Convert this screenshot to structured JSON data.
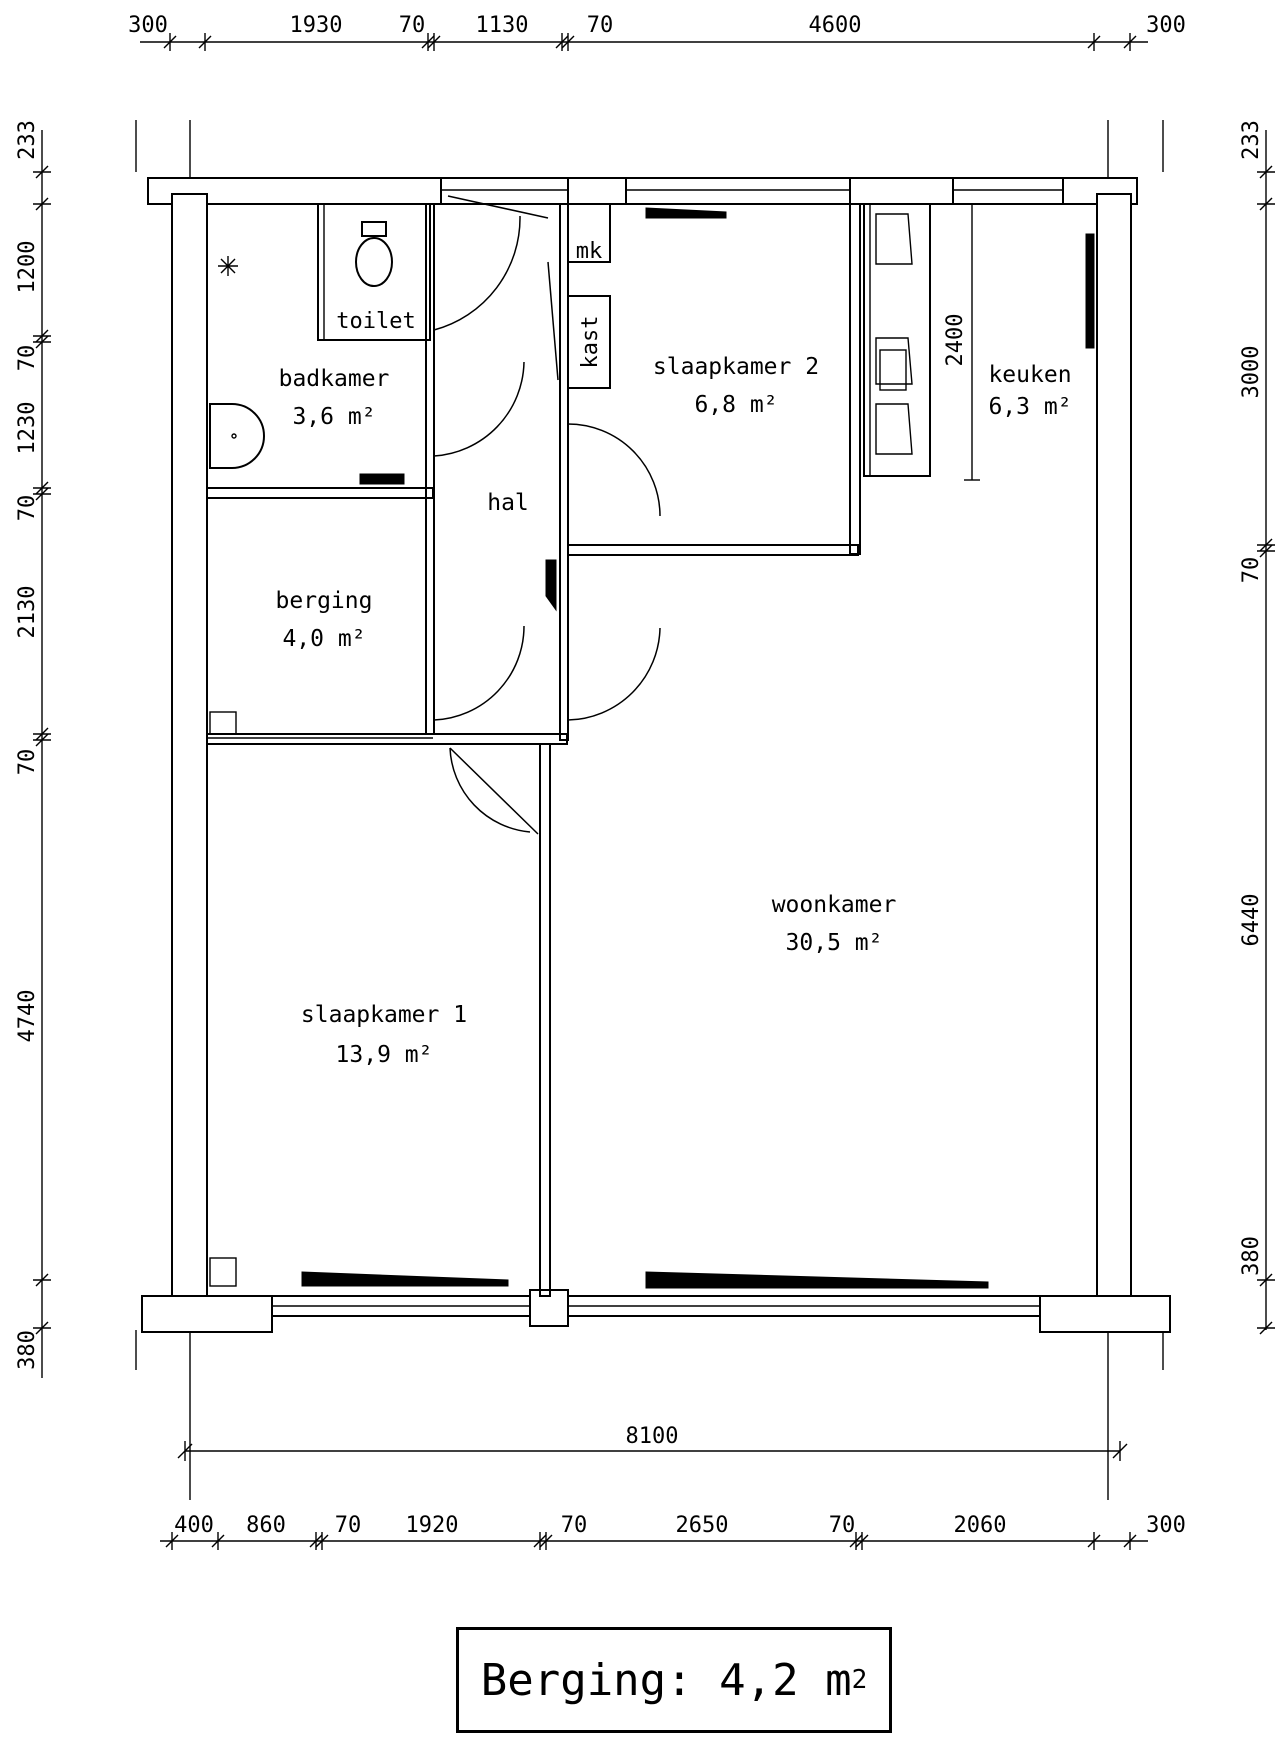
{
  "dimensions": {
    "top": [
      "300",
      "1930",
      "70",
      "1130",
      "70",
      "4600",
      "300"
    ],
    "bottom": [
      "400",
      "860",
      "70",
      "1920",
      "70",
      "2650",
      "70",
      "2060",
      "300"
    ],
    "overall_width": "8100",
    "left": [
      "233",
      "1200",
      "70",
      "1230",
      "70",
      "2130",
      "70",
      "4740",
      "380"
    ],
    "right": [
      "233",
      "3000",
      "70",
      "6440",
      "380"
    ],
    "kitchen_counter": "2400"
  },
  "rooms": {
    "badkamer": {
      "name": "badkamer",
      "area": "3,6 m²"
    },
    "berging": {
      "name": "berging",
      "area": "4,0 m²"
    },
    "slaapkamer1": {
      "name": "slaapkamer 1",
      "area": "13,9 m²"
    },
    "slaapkamer2": {
      "name": "slaapkamer 2",
      "area": "6,8 m²"
    },
    "keuken": {
      "name": "keuken",
      "area": "6,3 m²"
    },
    "woonkamer": {
      "name": "woonkamer",
      "area": "30,5 m²"
    },
    "hal": {
      "name": "hal"
    }
  },
  "labels": {
    "toilet": "toilet",
    "mk": "mk",
    "kast": "kast"
  },
  "area_box": {
    "label": "Berging:",
    "value": "4,2 m",
    "unit_sup": "2"
  }
}
